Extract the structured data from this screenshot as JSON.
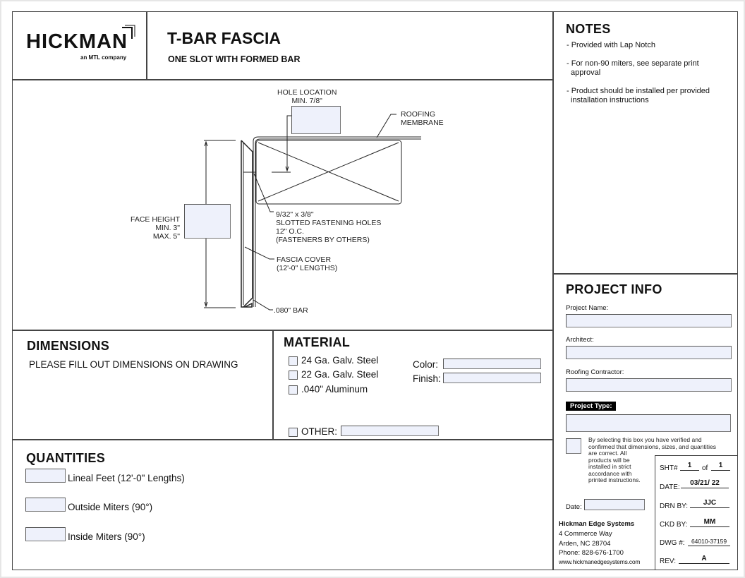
{
  "header": {
    "logo": "HICKMAN",
    "logo_tagline": "an MTL company",
    "title": "T-BAR FASCIA",
    "subtitle": "ONE SLOT WITH FORMED BAR"
  },
  "drawing": {
    "hole_location": [
      "HOLE LOCATION",
      "MIN. 7/8\""
    ],
    "roofing_membrane": [
      "ROOFING",
      "MEMBRANE"
    ],
    "face_height": [
      "FACE HEIGHT",
      "MIN. 3\"",
      "MAX. 5\""
    ],
    "slotted_holes": [
      "9/32\" x 3/8\"",
      "SLOTTED FASTENING HOLES",
      "12\" O.C.",
      "(FASTENERS BY OTHERS)"
    ],
    "fascia_cover": [
      "FASCIA COVER",
      "(12'-0\" LENGTHS)"
    ],
    "bar": ".080\" BAR"
  },
  "dimensions": {
    "heading": "DIMENSIONS",
    "instruction": "PLEASE FILL OUT DIMENSIONS ON DRAWING"
  },
  "material": {
    "heading": "MATERIAL",
    "options": [
      "24 Ga. Galv. Steel",
      "22 Ga. Galv. Steel",
      ".040\" Aluminum"
    ],
    "other_label": "OTHER:",
    "color_label": "Color:",
    "finish_label": "Finish:"
  },
  "quantities": {
    "heading": "QUANTITIES",
    "items": [
      "Lineal Feet (12'-0\" Lengths)",
      "Outside Miters (90°)",
      "Inside Miters (90°)"
    ]
  },
  "notes": {
    "heading": "NOTES",
    "items": [
      "- Provided with Lap Notch",
      "- For non-90 miters, see separate print",
      "approval",
      "- Product should be installed per provided",
      "installation instructions"
    ]
  },
  "project_info": {
    "heading": "PROJECT INFO",
    "project_name_label": "Project Name:",
    "architect_label": "Architect:",
    "roofing_contractor_label": "Roofing Contractor:",
    "project_type_label": "Project Type:",
    "verify_text": [
      "By selecting this box you have verified and",
      "confirmed that dimensions, sizes, and quantities",
      "are correct. All",
      "products will be",
      "installed in strict",
      "accordance with",
      "printed instructions."
    ],
    "date_label": "Date:"
  },
  "company": {
    "name": "Hickman Edge Systems",
    "address1": "4 Commerce Way",
    "address2": "Arden, NC 28704",
    "phone": "Phone: 828-676-1700",
    "website": "www.hickmanedgesystems.com"
  },
  "title_block": {
    "sht_label": "SHT#",
    "sht_value": "1",
    "of_label": "of",
    "of_value": "1",
    "date_label": "DATE:",
    "date_value": "03/21/ 22",
    "drn_label": "DRN BY:",
    "drn_value": "JJC",
    "ckd_label": "CKD BY:",
    "ckd_value": "MM",
    "dwg_label": "DWG #:",
    "dwg_value": "64010-37159",
    "rev_label": "REV:",
    "rev_value": "A"
  }
}
